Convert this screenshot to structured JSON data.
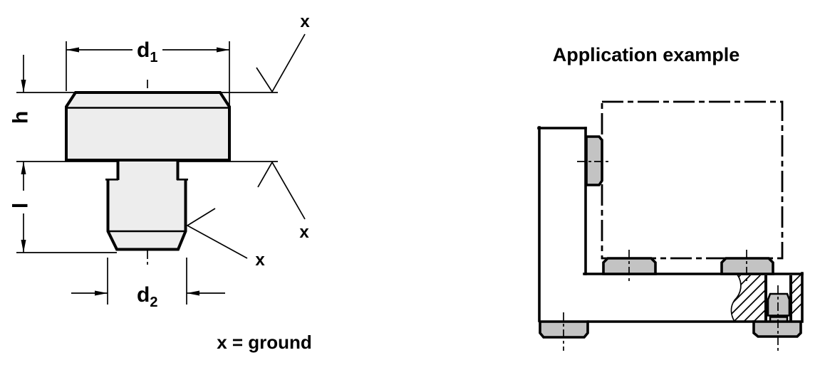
{
  "title": "Application example",
  "ground_note": "x = ground",
  "dim_labels": {
    "d1_base": "d",
    "d1_sub": "1",
    "d2_base": "d",
    "d2_sub": "2",
    "height": "h",
    "length": "l"
  },
  "surface_marks": {
    "top": "x",
    "bottom": "x",
    "chamfer": "x"
  },
  "colors": {
    "line": "#000000",
    "part_fill_light": "#ededed",
    "pad_fill": "#c3c3c3",
    "background": "#ffffff"
  }
}
